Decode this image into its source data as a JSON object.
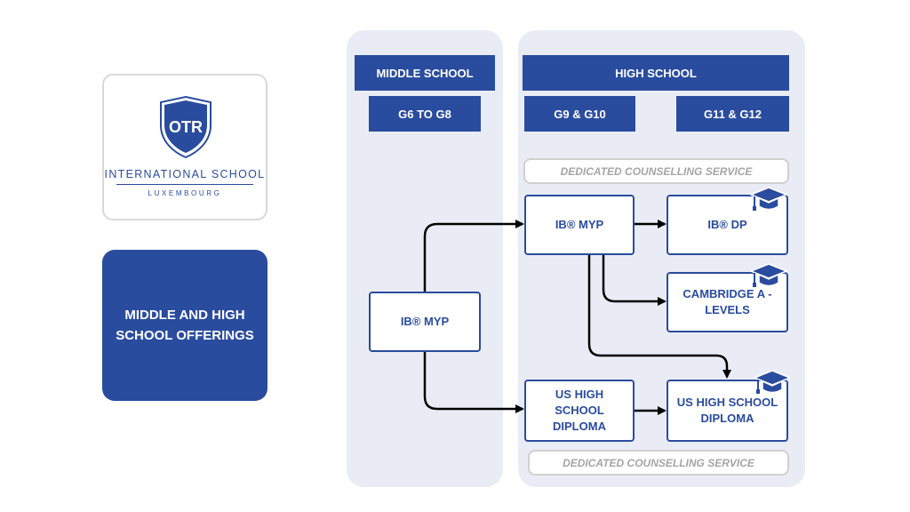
{
  "logo": {
    "initials": "OTR",
    "name": "INTERNATIONAL SCHOOL",
    "city": "LUXEMBOURG"
  },
  "title": "MIDDLE AND HIGH SCHOOL OFFERINGS",
  "middle_school": {
    "header": "MIDDLE SCHOOL",
    "grades": "G6 TO G8",
    "program": "IB® MYP"
  },
  "high_school": {
    "header": "HIGH SCHOOL",
    "grades_lower": "G9 & G10",
    "grades_upper": "G11 & G12",
    "counselling_top": "DEDICATED COUNSELLING SERVICE",
    "counselling_bottom": "DEDICATED COUNSELLING SERVICE",
    "ib_myp": "IB® MYP",
    "ib_dp": "IB® DP",
    "cambridge": "CAMBRIDGE A - LEVELS",
    "us_hs_diploma_lower": "US HIGH SCHOOL DIPLOMA",
    "us_hs_diploma_upper": "US HIGH SCHOOL DIPLOMA"
  },
  "colors": {
    "brand_blue": "#2a4c9e",
    "column_bg": "#e9ecf5",
    "counselling_text": "#a5a5a5"
  }
}
